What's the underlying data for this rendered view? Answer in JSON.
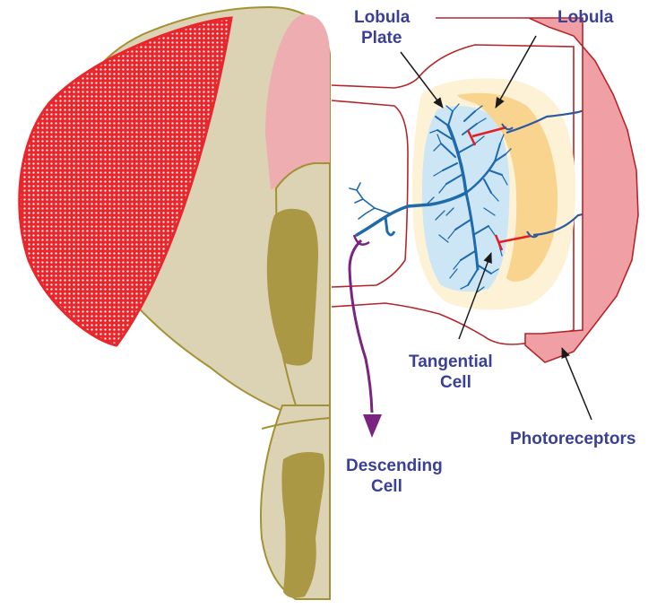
{
  "labels": {
    "lobula_plate_line1": "Lobula",
    "lobula_plate_line2": "Plate",
    "lobula": "Lobula",
    "tangential_line1": "Tangential",
    "tangential_line2": "Cell",
    "photoreceptors": "Photoreceptors",
    "descending_line1": "Descending",
    "descending_line2": "Cell"
  },
  "colors": {
    "label_text": "#3a3f98",
    "head_tan": "#dcd3b4",
    "head_outline": "#a39133",
    "ganglia_olive": "#ab9845",
    "eye_red": "#e8262c",
    "ocelli_pink": "#eeaeb1",
    "optic_outline": "#b3272b",
    "photoreceptor_fill": "#f0a0a4",
    "lobula_plate_fill": "#cde6f6",
    "lobula_fill": "#f8d48e",
    "neuropil_halo": "#fdf2d6",
    "tangential_cell": "#1e6aad",
    "synapse_red": "#e31e24",
    "descending_cell": "#7b2380",
    "arrow_black": "#1a1a1a"
  }
}
